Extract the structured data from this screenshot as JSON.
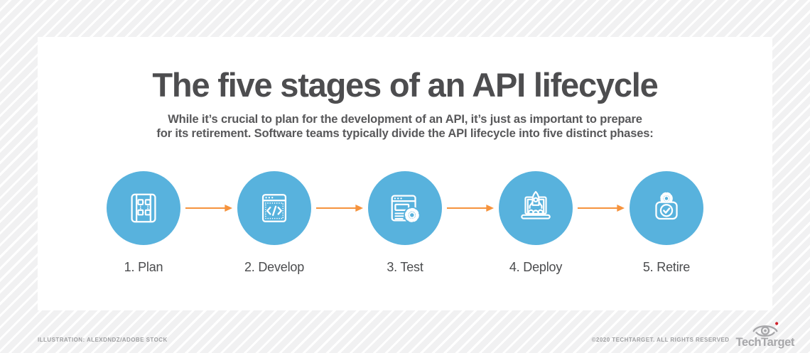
{
  "header": {
    "title": "The five stages of an API lifecycle",
    "subtitle_line1": "While it’s crucial to plan for the development of an API, it’s just as important to prepare",
    "subtitle_line2": "for its retirement. Software teams typically divide the API lifecycle into five distinct phases:"
  },
  "stages": [
    {
      "label": "1. Plan",
      "icon": "blueprint-icon"
    },
    {
      "label": "2. Develop",
      "icon": "code-window-icon"
    },
    {
      "label": "3. Test",
      "icon": "browser-gear-icon"
    },
    {
      "label": "4. Deploy",
      "icon": "laptop-rocket-icon"
    },
    {
      "label": "5. Retire",
      "icon": "archive-check-icon"
    }
  ],
  "footer": {
    "illustration_credit": "ILLUSTRATION: ALEXDNDZ/ADOBE STOCK",
    "copyright": "©2020 TECHTARGET. ALL RIGHTS RESERVED",
    "brand": "TechTarget"
  },
  "colors": {
    "circle_blue": "#58b2dd",
    "arrow_orange": "#f6933d",
    "heading_gray": "#4d4d4f",
    "footer_gray": "#9fa0a2",
    "logo_gray": "#a7a7aa",
    "logo_red": "#cf2029",
    "card_white": "#ffffff",
    "background_gray": "#f1f1f2"
  }
}
